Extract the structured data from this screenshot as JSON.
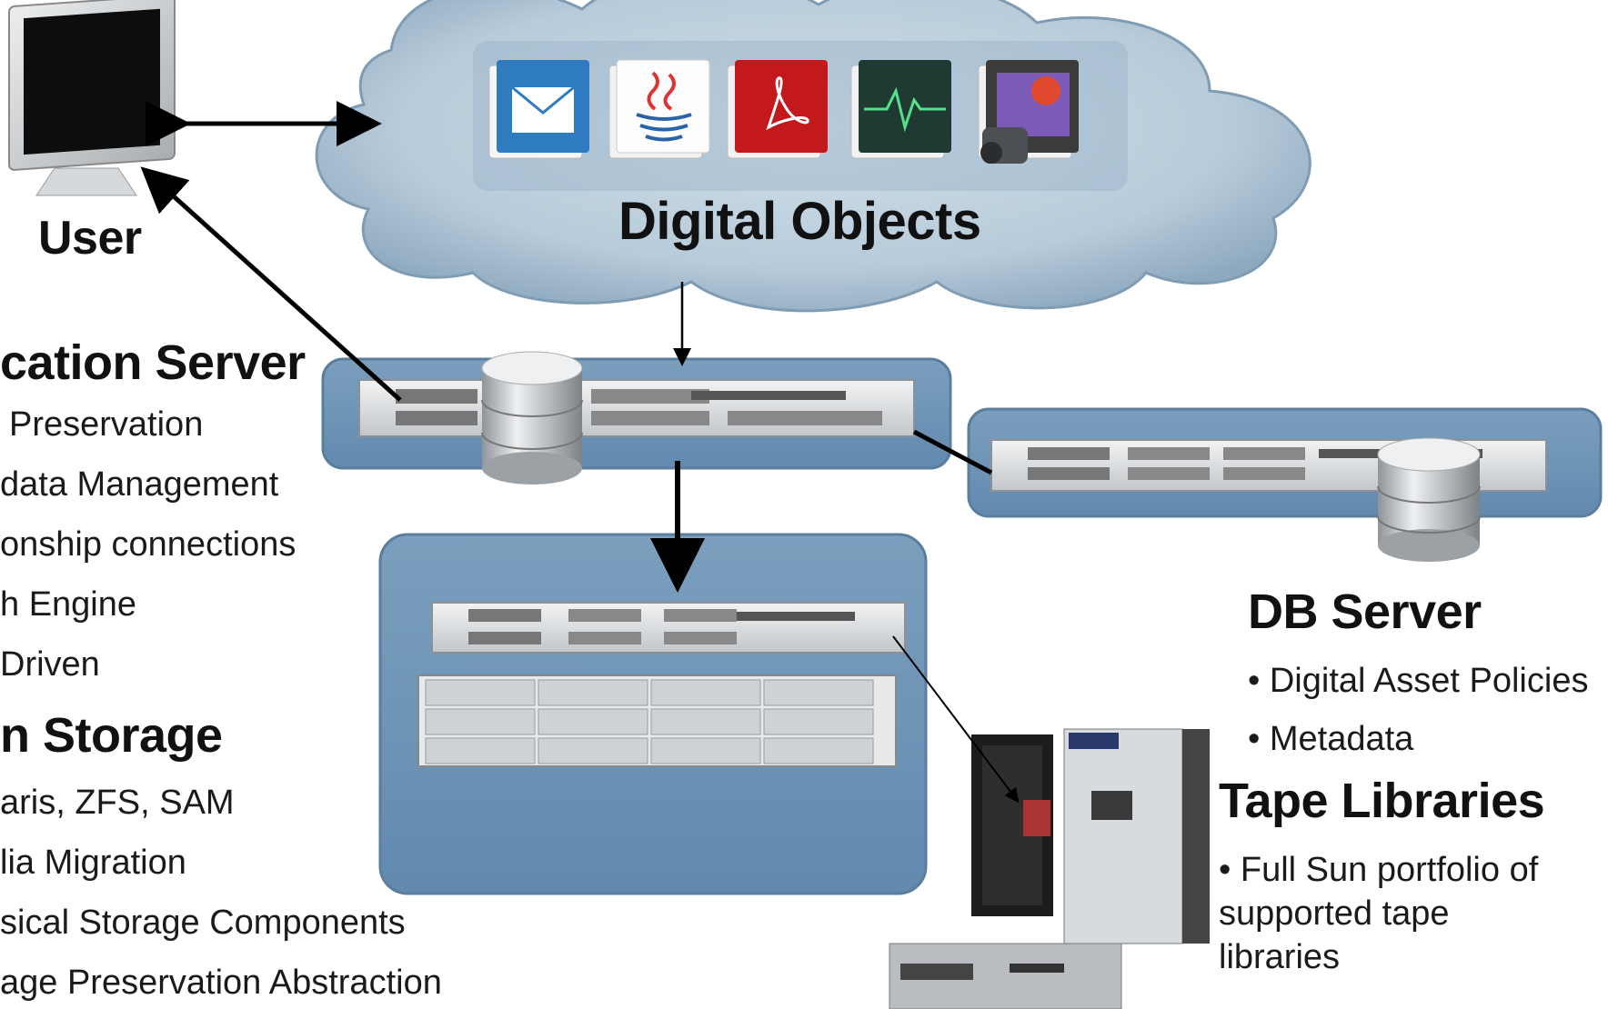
{
  "user": {
    "label": "User"
  },
  "cloud": {
    "label": "Digital Objects"
  },
  "icons": [
    "email-icon",
    "java-icon",
    "pdf-icon",
    "waveform-icon",
    "video-icon"
  ],
  "app_server": {
    "title": "cation Server",
    "items": [
      "Preservation",
      "data Management",
      "onship connections",
      "h Engine",
      "Driven"
    ]
  },
  "storage": {
    "title": "n Storage",
    "items": [
      "aris, ZFS, SAM",
      "lia Migration",
      "sical Storage Components",
      "age Preservation Abstraction"
    ]
  },
  "db_server": {
    "title": "DB Server",
    "items": [
      "• Digital Asset Policies",
      "• Metadata"
    ]
  },
  "tape": {
    "title": "Tape Libraries",
    "desc_lines": [
      "• Full Sun portfolio of",
      "supported tape",
      "libraries"
    ]
  },
  "colors": {
    "cloud": "#b9ccd9",
    "panel": "#6f95b6",
    "panel_light": "#8fb0cc",
    "server": "#d8dadc"
  }
}
